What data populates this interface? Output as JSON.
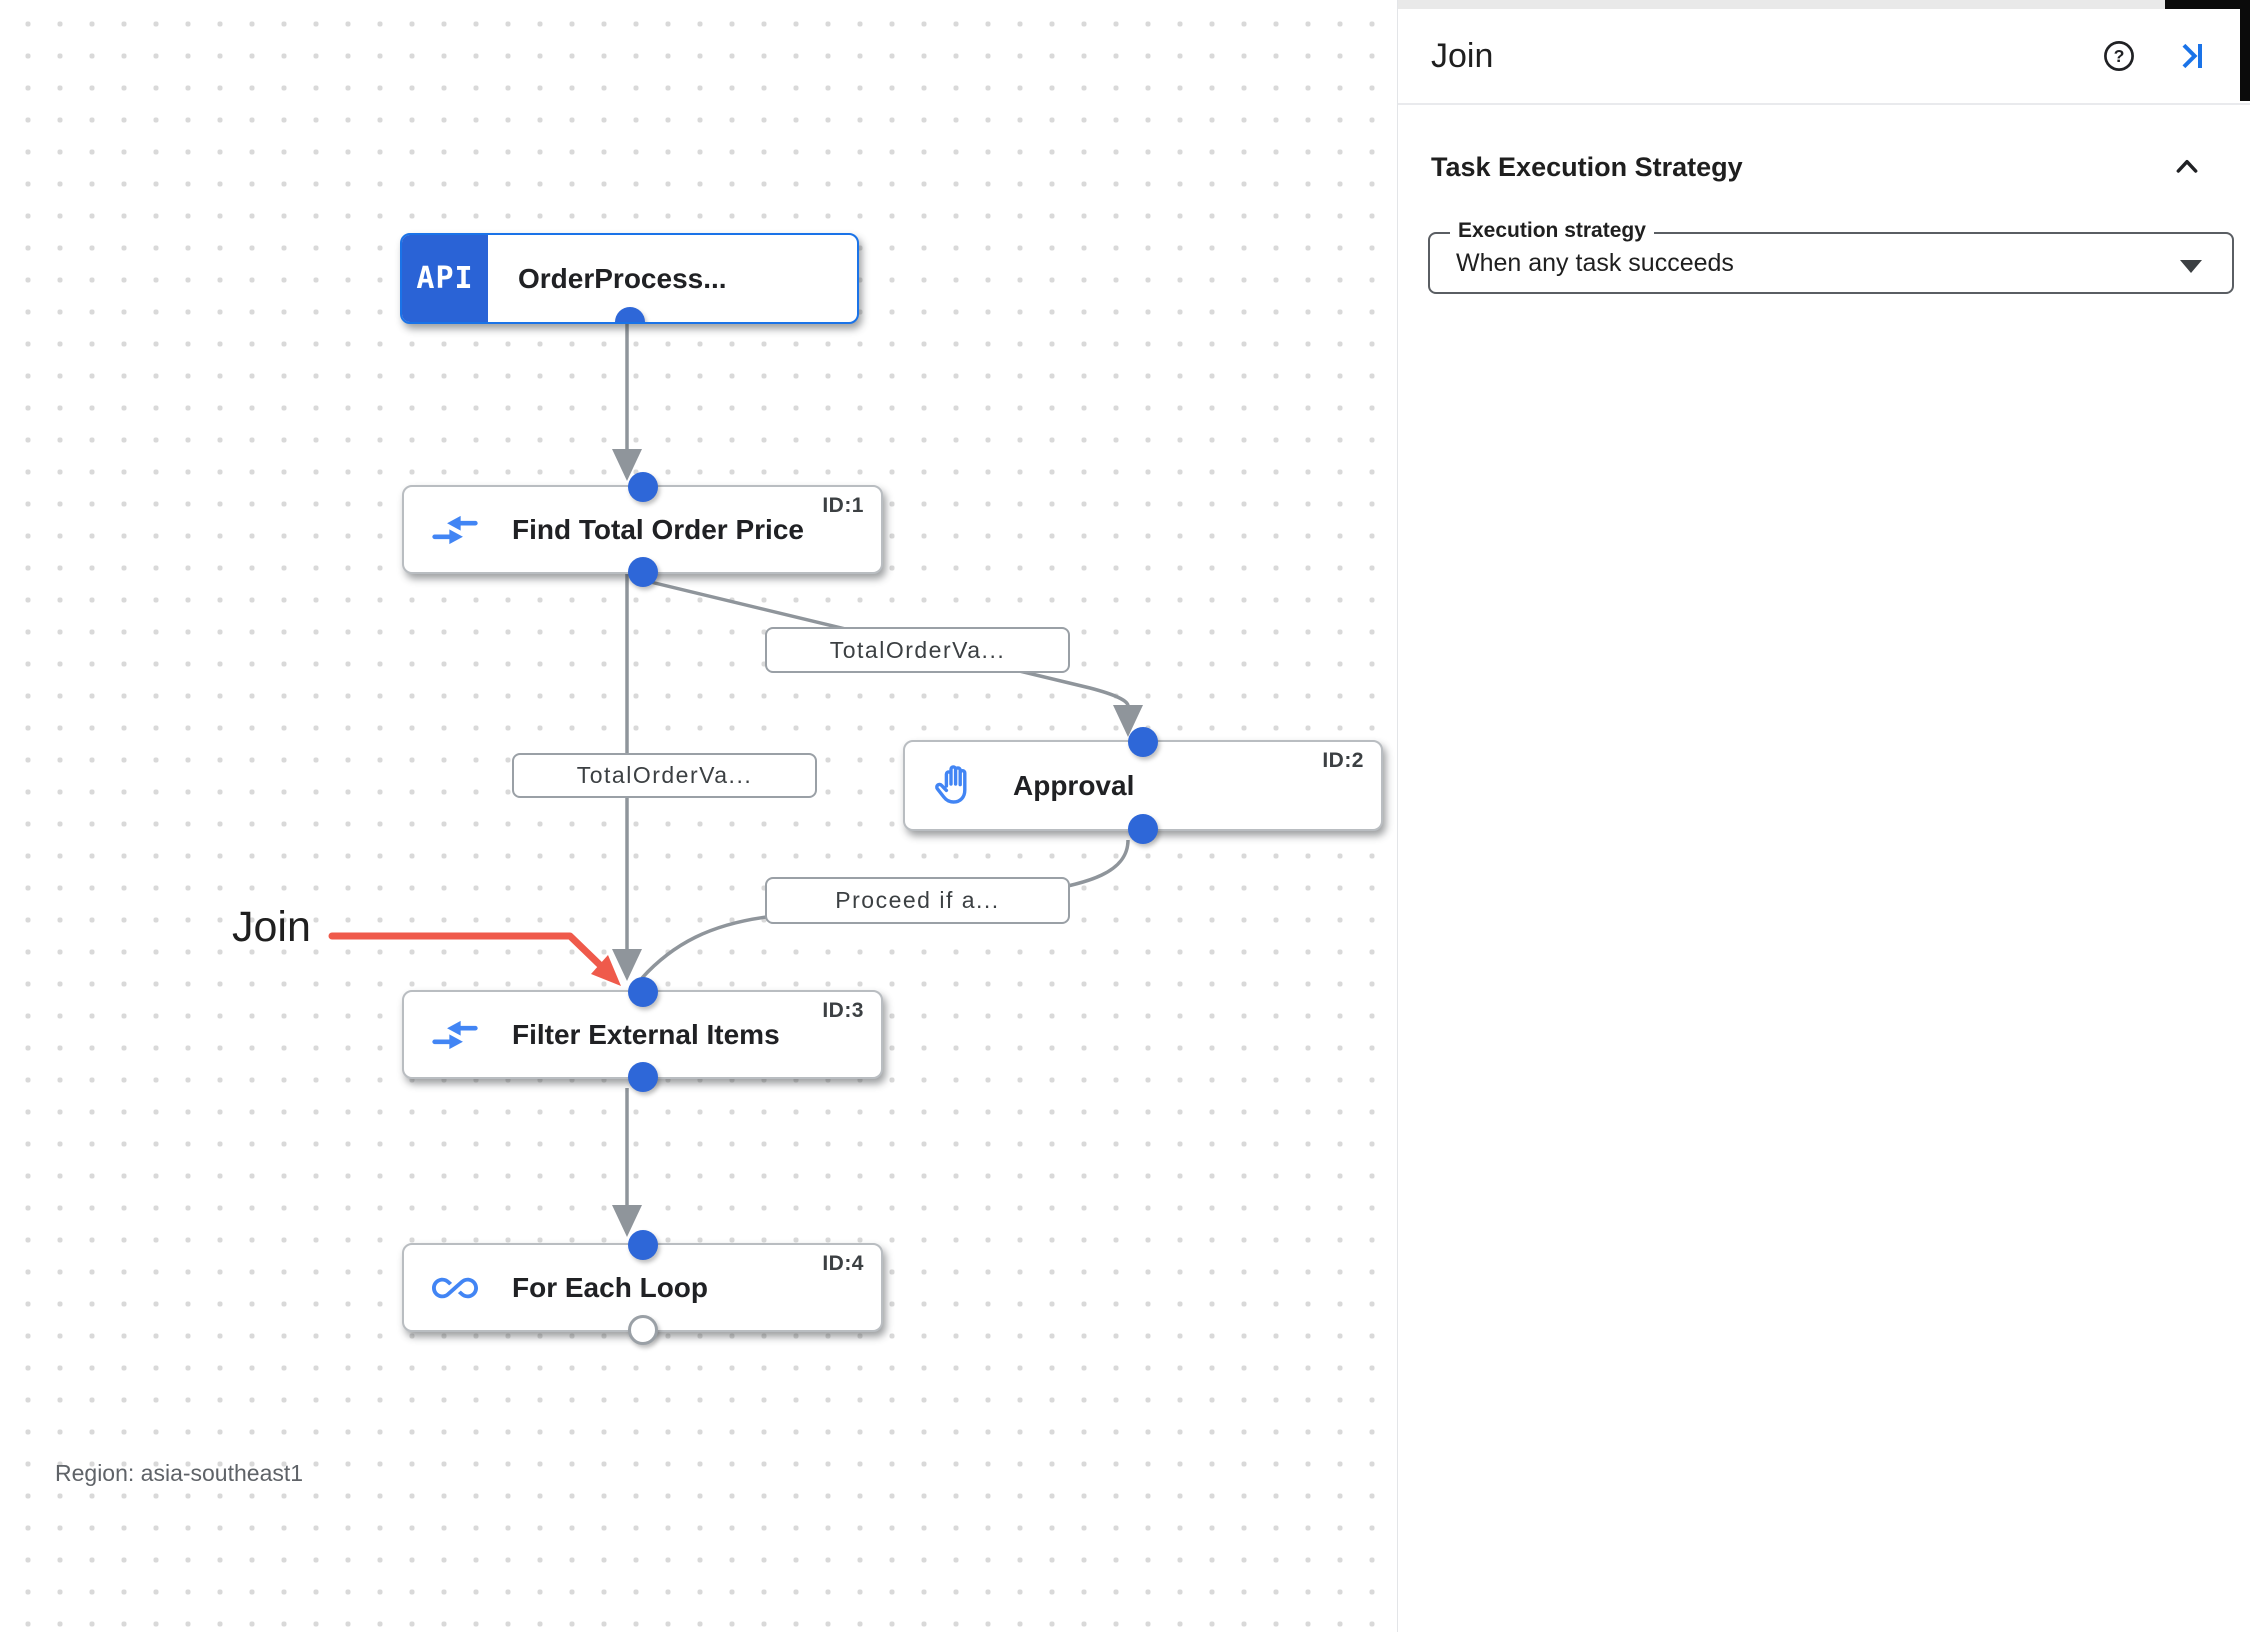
{
  "canvas": {
    "region_label": "Region: asia-southeast1",
    "annotation": {
      "label": "Join"
    },
    "nodes": [
      {
        "badge": "API",
        "title": "OrderProcess...",
        "id_label": ""
      },
      {
        "title": "Find Total Order Price",
        "id_label": "ID:1"
      },
      {
        "title": "Approval",
        "id_label": "ID:2"
      },
      {
        "title": "Filter External Items",
        "id_label": "ID:3"
      },
      {
        "title": "For Each Loop",
        "id_label": "ID:4"
      }
    ],
    "edge_labels": [
      {
        "text": "TotalOrderVa..."
      },
      {
        "text": "TotalOrderVa..."
      },
      {
        "text": "Proceed if a..."
      }
    ]
  },
  "panel": {
    "title": "Join",
    "section": {
      "heading": "Task Execution Strategy",
      "field_label": "Execution strategy",
      "field_value": "When any task succeeds"
    }
  },
  "colors": {
    "accent_blue": "#1a73e8",
    "trigger_blue": "#2a63d6",
    "port_blue": "#2e67d8",
    "icon_blue": "#4285f4",
    "edge_gray": "#8f959b",
    "annotation_red": "#ef5a4b"
  }
}
